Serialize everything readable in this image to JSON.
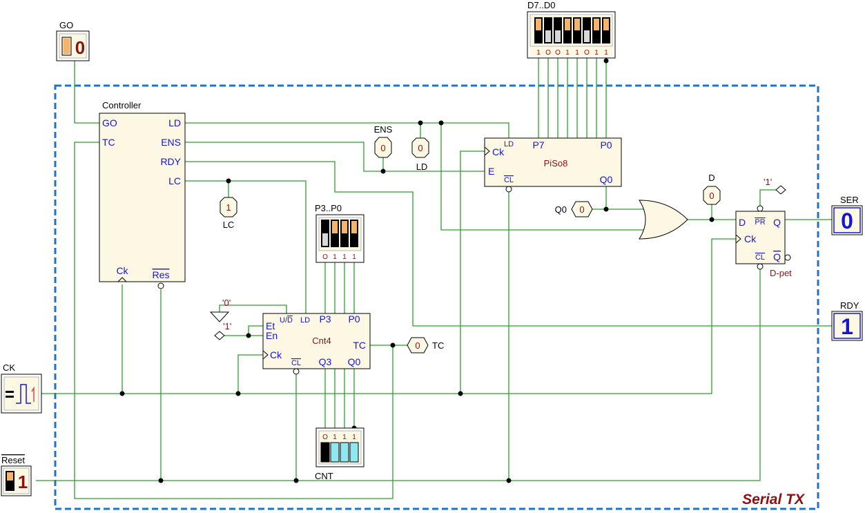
{
  "colors": {
    "wire": "#2aa02a",
    "frame": "#1e73c8",
    "block_fill": "#fdf8e4",
    "pin_text": "#1515d8",
    "device_text": "#8b1010",
    "bus_switch_on": "#f5b46a",
    "counter_led": "#8fe8ef"
  },
  "frame": {
    "title": "Serial TX"
  },
  "inputs": {
    "go": {
      "label": "GO",
      "value": "0"
    },
    "ck": {
      "label": "CK"
    },
    "reset": {
      "label": "Reset",
      "value": "1"
    }
  },
  "outputs": {
    "ser": {
      "label": "SER",
      "value": "0"
    },
    "rdy": {
      "label": "RDY",
      "value": "1"
    }
  },
  "controller": {
    "title": "Controller",
    "pins": {
      "go": "GO",
      "tc": "TC",
      "ld": "LD",
      "ens": "ENS",
      "rdy": "RDY",
      "lc": "LC",
      "ck": "Ck",
      "res": "Res"
    }
  },
  "piso": {
    "name": "PiSo8",
    "pins": {
      "ck": "Ck",
      "ld": "LD",
      "p7": "P7",
      "p0": "P0",
      "e": "E",
      "cl": "CL",
      "q0": "Q0"
    }
  },
  "counter": {
    "name": "Cnt4",
    "pins": {
      "ud": "U/",
      "ud_bar": "D",
      "ld": "LD",
      "p3": "P3",
      "p0": "P0",
      "et": "Et",
      "en": "En",
      "tc": "TC",
      "ck": "Ck",
      "cl": "CL",
      "q3": "Q3",
      "q0": "Q0"
    }
  },
  "dff": {
    "name": "D-pet",
    "pins": {
      "d": "D",
      "pr": "PR",
      "q": "Q",
      "ck": "Ck",
      "cl": "CL",
      "qbar": "Q"
    }
  },
  "switches": {
    "d7d0": {
      "label": "D7..D0",
      "bits": [
        "1",
        "O",
        "O",
        "1",
        "1",
        "O",
        "1",
        "1"
      ]
    },
    "p3p0": {
      "label": "P3..P0",
      "bits": [
        "O",
        "1",
        "1",
        "1"
      ]
    },
    "cnt": {
      "label": "CNT",
      "bits": [
        "O",
        "1",
        "1",
        "1"
      ]
    }
  },
  "probes": {
    "ens": {
      "label": "ENS",
      "value": "0"
    },
    "ld": {
      "label": "LD",
      "value": "0"
    },
    "lc": {
      "label": "LC",
      "value": "1"
    },
    "q0": {
      "label": "Q0",
      "value": "0"
    },
    "d": {
      "label": "D",
      "value": "0"
    },
    "tc": {
      "label": "TC",
      "value": "0"
    }
  },
  "constants": {
    "zero": "'0'",
    "one_cnt": "'1'",
    "one_pr": "'1'"
  }
}
